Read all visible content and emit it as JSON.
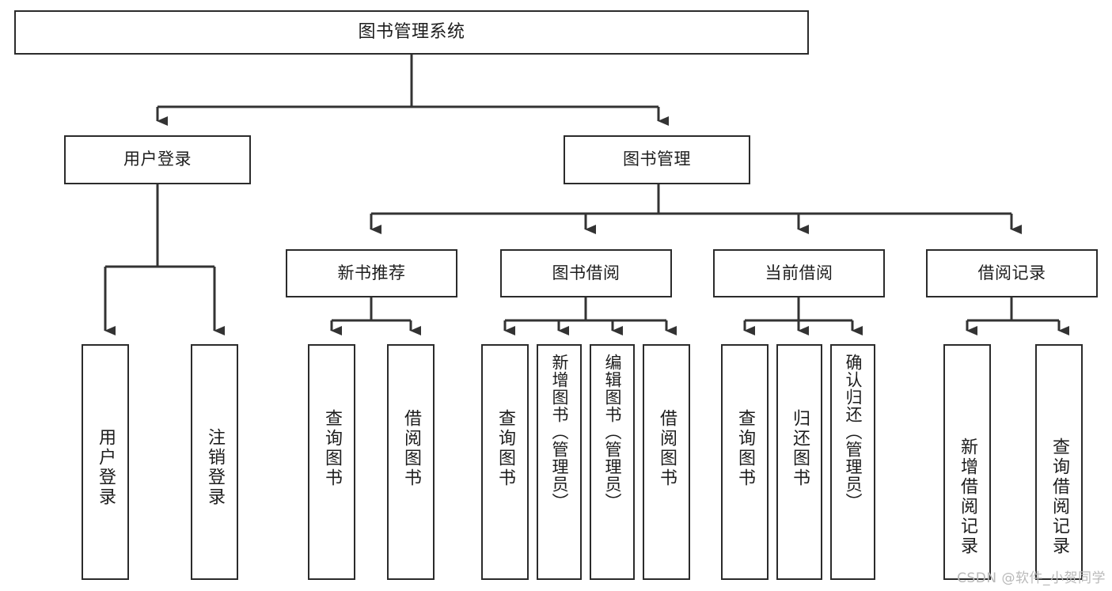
{
  "diagram": {
    "type": "tree-hierarchy-diagram",
    "title": "图书管理系统",
    "watermark": "CSDN @软件_小贺同学",
    "colors": {
      "box_border": "#2b2b2b",
      "box_fill": "#ffffff",
      "connector": "#333333",
      "text": "#1d1d1d",
      "watermark": "#b9b9b9",
      "background": "#ffffff"
    },
    "nodes": {
      "root": {
        "label": "图书管理系统"
      },
      "level2": [
        {
          "label": "用户登录"
        },
        {
          "label": "图书管理"
        }
      ],
      "level3": [
        {
          "label": "新书推荐"
        },
        {
          "label": "图书借阅"
        },
        {
          "label": "当前借阅"
        },
        {
          "label": "借阅记录"
        }
      ],
      "leaves": {
        "user_login": [
          {
            "label": "用户登录"
          },
          {
            "label": "注销登录"
          }
        ],
        "new_book_recommend": [
          {
            "label": "查询图书"
          },
          {
            "label": "借阅图书"
          }
        ],
        "book_borrow": [
          {
            "label": "查询图书"
          },
          {
            "label": "新增图书（管理员）"
          },
          {
            "label": "编辑图书（管理员）"
          },
          {
            "label": "借阅图书"
          }
        ],
        "current_borrow": [
          {
            "label": "查询图书"
          },
          {
            "label": "归还图书"
          },
          {
            "label": "确认归还（管理员）"
          }
        ],
        "borrow_records": [
          {
            "label": "新增借阅记录"
          },
          {
            "label": "查询借阅记录"
          }
        ]
      }
    }
  }
}
